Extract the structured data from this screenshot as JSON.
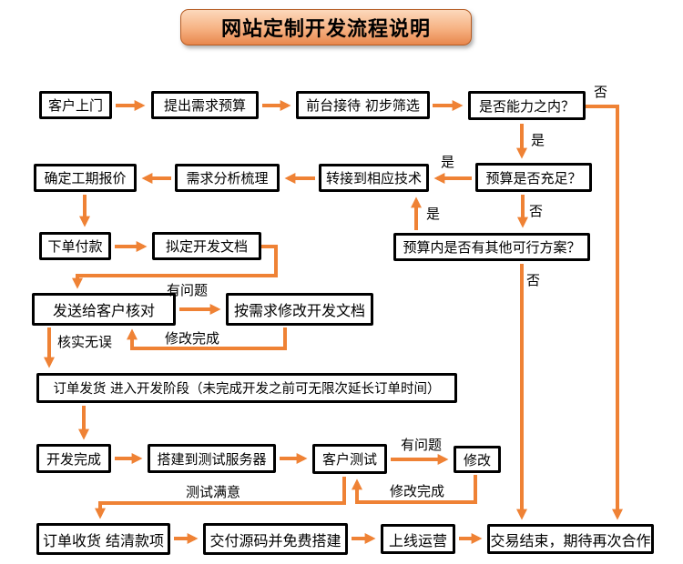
{
  "title": "网站定制开发流程说明",
  "flow": {
    "nodes": {
      "customer_visit": "客户上门",
      "propose_budget": "提出需求预算",
      "reception": "前台接待 初步筛选",
      "capability_check": "是否能力之内？",
      "confirm_quote": "确定工期报价",
      "requirement_analysis": "需求分析梳理",
      "transfer_tech": "转接到相应技术",
      "budget_check": "预算是否充足？",
      "place_order": "下单付款",
      "draft_doc": "拟定开发文档",
      "alt_plan_check": "预算内是否有其他可行方案？",
      "send_to_client": "发送给客户核对",
      "modify_doc": "按需求修改开发文档",
      "order_ship": "订单发货 进入开发阶段（未完成开发之前可无限次延长订单时间）",
      "dev_complete": "开发完成",
      "deploy_test": "搭建到测试服务器",
      "client_test": "客户测试",
      "modify": "修改",
      "order_receive": "订单收货 结清款项",
      "deliver_source": "交付源码并免费搭建",
      "go_live": "上线运营",
      "deal_complete": "交易结束，期待再次合作"
    },
    "labels": {
      "no_capability": "否",
      "yes_capability": "是",
      "yes_budget": "是",
      "no_budget": "否",
      "yes_alt": "是",
      "no_alt": "否",
      "has_problem_doc": "有问题",
      "fix_done_doc": "修改完成",
      "verified_ok": "核实无误",
      "has_problem_test": "有问题",
      "fix_done_test": "修改完成",
      "test_satisfied": "测试满意"
    },
    "colors": {
      "arrow": "#EF8235",
      "box_border": "#000000",
      "box_fill": "#FFFFFF",
      "title_top": "#FCD9BC",
      "title_bottom": "#E8874D",
      "title_border": "#B55B22"
    }
  }
}
